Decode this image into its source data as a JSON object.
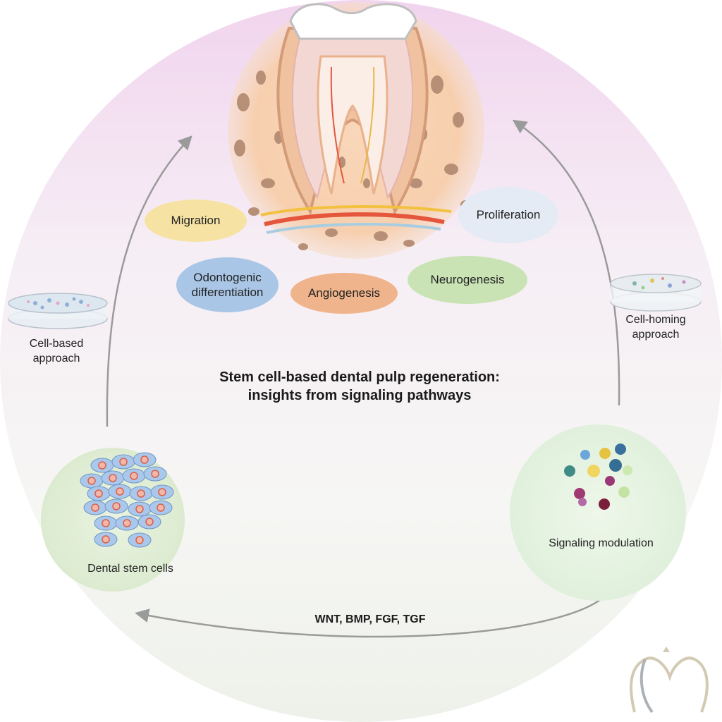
{
  "title": {
    "line1": "Stem cell-based dental pulp regeneration:",
    "line2": "insights from signaling pathways"
  },
  "processes": {
    "migration": "Migration",
    "proliferation": "Proliferation",
    "odontogenic_line1": "Odontogenic",
    "odontogenic_line2": "differentiation",
    "angiogenesis": "Angiogenesis",
    "neurogenesis": "Neurogenesis"
  },
  "approaches": {
    "cell_based_line1": "Cell-based",
    "cell_based_line2": "approach",
    "cell_homing_line1": "Cell-homing",
    "cell_homing_line2": "approach"
  },
  "nodes": {
    "dental_stem_cells": "Dental stem cells",
    "signaling_modulation": "Signaling modulation"
  },
  "pathways": "WNT, BMP, FGF, TGF",
  "colors": {
    "migration": "#f6e3a3",
    "proliferation": "#e4ebf5",
    "odontogenic": "#a9c6e6",
    "angiogenesis": "#f0b48c",
    "neurogenesis": "#c9e3b4",
    "stem_cell_circle": "#e3f0d9",
    "signaling_circle": "#e7f4e4",
    "tooth_bg": "#f8d2b4",
    "background_top": "#f2d8f0"
  }
}
